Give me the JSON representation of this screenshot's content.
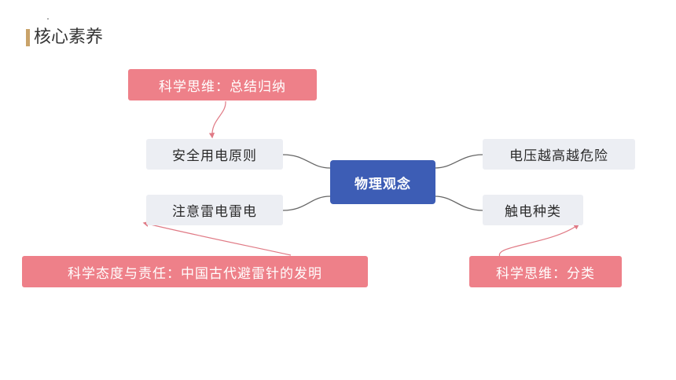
{
  "header": {
    "title": "核心素养"
  },
  "diagram": {
    "center": "物理观念",
    "left_branches": [
      "安全用电原则",
      "注意雷电雷电"
    ],
    "right_branches": [
      "电压越高越危险",
      "触电种类"
    ],
    "notes": {
      "top_left": "科学思维：总结归纳",
      "bottom_left": "科学态度与责任：中国古代避雷针的发明",
      "bottom_right": "科学思维：分类"
    }
  },
  "colors": {
    "accent_bar": "#c9a36a",
    "center_node": "#3d5db5",
    "leaf_node": "#eceef3",
    "note_node": "#ee8089",
    "arrow": "#e07a85",
    "connector": "#666666"
  }
}
